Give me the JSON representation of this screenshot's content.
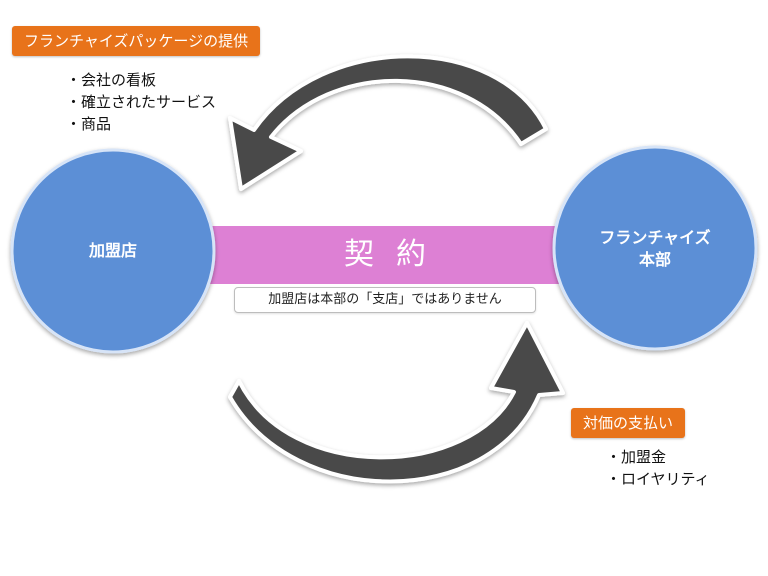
{
  "package_label": "フランチャイズパッケージの提供",
  "package_items": [
    "・会社の看板",
    "・確立されたサービス",
    "・商品"
  ],
  "franchisee": "加盟店",
  "hq": {
    "line1": "フランチャイズ",
    "line2": "本部"
  },
  "contract": "契約",
  "note": "加盟店は本部の「支店」ではありません",
  "payment_label": "対価の支払い",
  "payment_items": [
    "・加盟金",
    "・ロイヤリティ"
  ],
  "colors": {
    "circle": "#5b8fd6",
    "band": "#dd80d4",
    "arrow": "#4a4a4a",
    "label": "#e8731a"
  }
}
